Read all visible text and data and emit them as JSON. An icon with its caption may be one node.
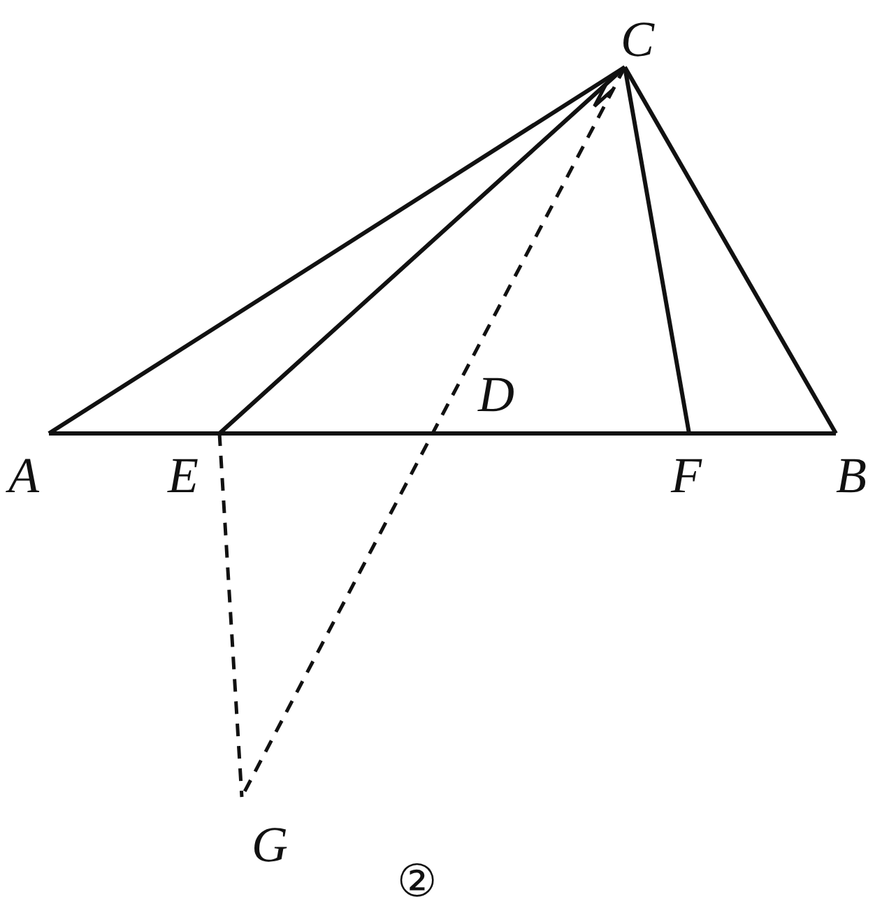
{
  "diagram": {
    "nodes": [
      {
        "text": [
          "C"
        ]
      },
      {
        "text": [
          "A"
        ]
      },
      {
        "text": [
          "E"
        ]
      },
      {
        "text": [
          "D"
        ]
      },
      {
        "text": [
          "F"
        ]
      },
      {
        "text": [
          "B"
        ]
      },
      {
        "text": [
          "G"
        ]
      }
    ],
    "edges": [
      {
        "from": 1,
        "to": 5,
        "arrow": "none"
      },
      {
        "from": 0,
        "to": 1,
        "arrow": "none"
      },
      {
        "from": 0,
        "to": 2,
        "arrow": "none"
      },
      {
        "from": 0,
        "to": 4,
        "arrow": "none"
      },
      {
        "from": 0,
        "to": 5,
        "arrow": "none"
      },
      {
        "from": 0,
        "to": 6,
        "arrow": "none",
        "style": "dashed"
      },
      {
        "from": 2,
        "to": 6,
        "arrow": "none",
        "style": "dashed"
      }
    ],
    "labels": [
      "②"
    ]
  }
}
